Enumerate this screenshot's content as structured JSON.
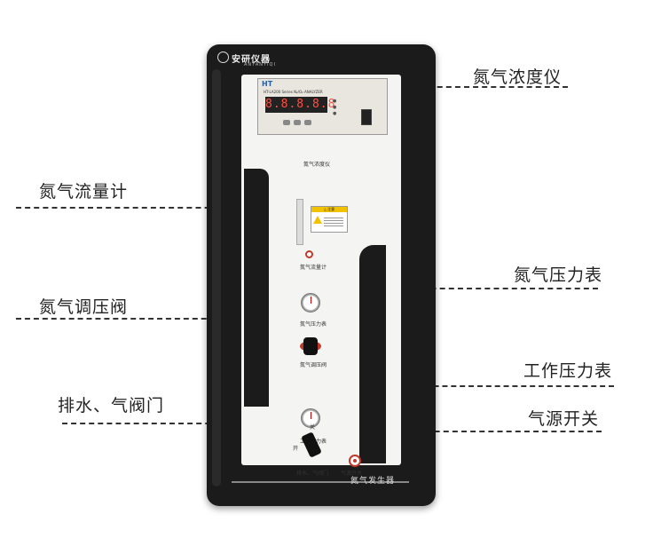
{
  "callouts": {
    "n2_analyzer": "氮气浓度仪",
    "n2_flowmeter": "氮气流量计",
    "n2_pressure_gauge": "氮气压力表",
    "n2_regulator": "氮气调压阀",
    "work_pressure_gauge": "工作压力表",
    "drain_valve": "排水、气阀门",
    "power_switch": "气源开关"
  },
  "device": {
    "brand": "安研仪器",
    "brand_sub": "ANYANYIQI",
    "analyzer_hi": "HT",
    "analyzer_model": "HT-LA200 Series N₂/O₂ ANALYZER",
    "lcd": "8.8.8.8.8",
    "analyzer_label": "氮气浓度仪",
    "warning_title": "△ 注意",
    "flow_label": "氮气流量计",
    "n2_gauge_label": "氮气压力表",
    "regulator_label": "氮气调压阀",
    "work_gauge_label": "工作压力表",
    "close_label": "关",
    "open_label": "开",
    "drain_label": "排水、气阀门",
    "power_label": "气源开关",
    "product_name": "氮气发生器"
  },
  "colors": {
    "accent": "#c0392b",
    "cabinet": "#1b1b1b",
    "panel": "#f4f4f2"
  }
}
